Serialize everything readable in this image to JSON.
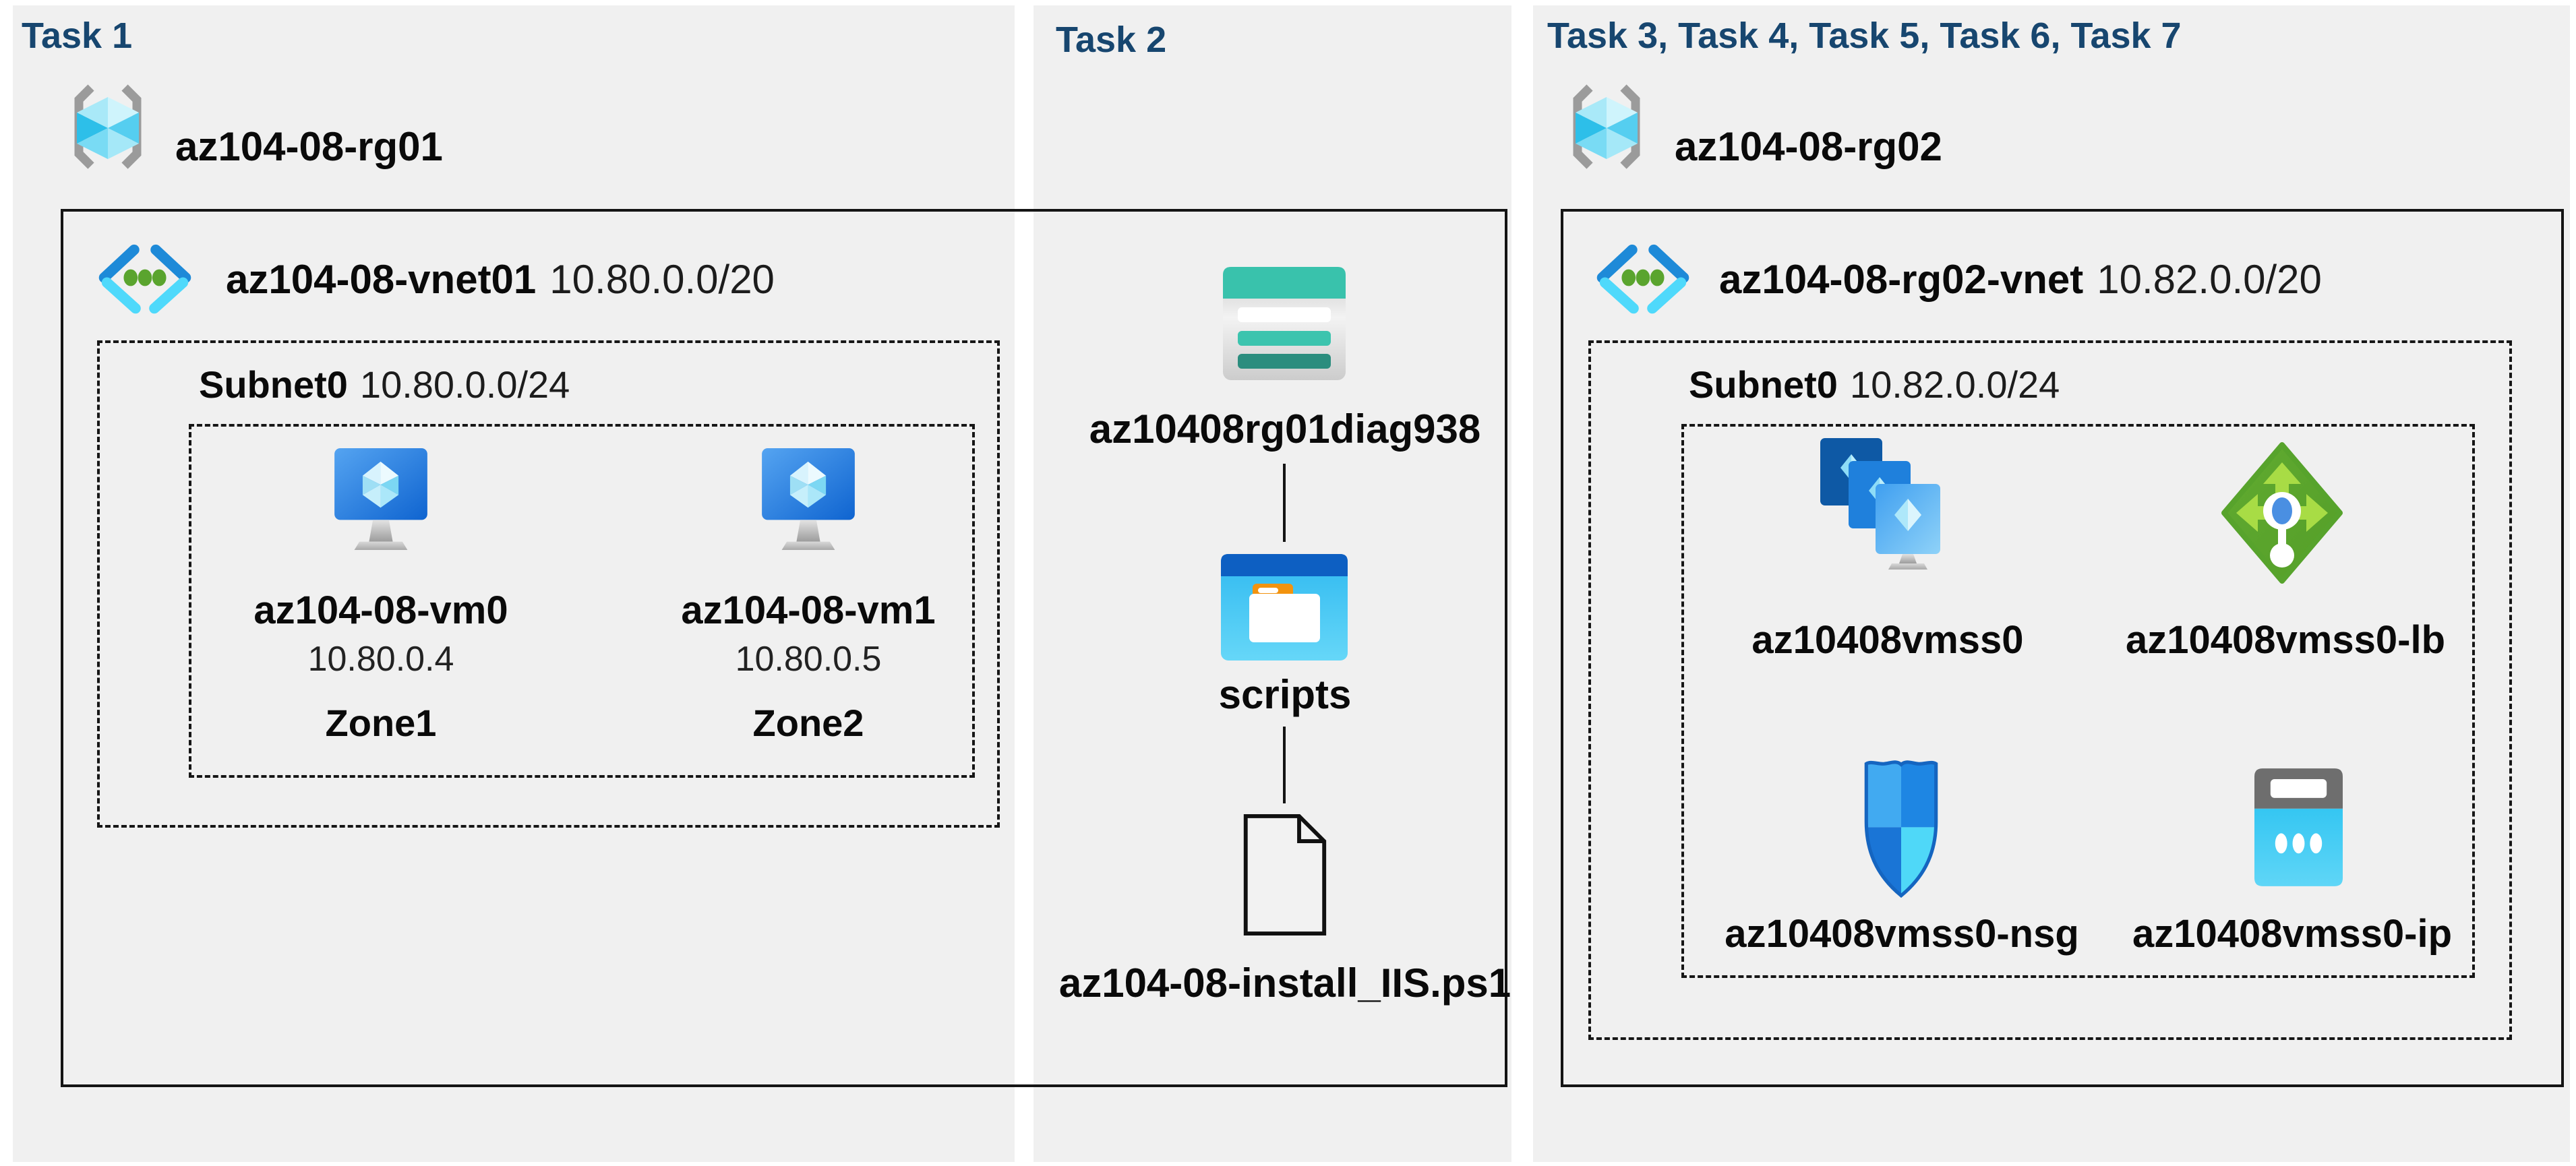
{
  "titles": {
    "col1": "Task 1",
    "col2": "Task 2",
    "col3": "Task 3, Task 4, Task 5, Task 6, Task 7"
  },
  "task1": {
    "resource_group": "az104-08-rg01",
    "resource_group_icon": "resource-group-icon",
    "vnet": {
      "name": "az104-08-vnet01",
      "cidr": "10.80.0.0/20",
      "icon": "virtual-network-icon"
    },
    "subnet": {
      "name": "Subnet0",
      "cidr": "10.80.0.0/24"
    },
    "vms": [
      {
        "name": "az104-08-vm0",
        "ip": "10.80.0.4",
        "zone": "Zone1",
        "icon": "vm-icon"
      },
      {
        "name": "az104-08-vm1",
        "ip": "10.80.0.5",
        "zone": "Zone2",
        "icon": "vm-icon"
      }
    ]
  },
  "task2": {
    "storage_account": {
      "name": "az10408rg01diag938",
      "icon": "storage-account-icon"
    },
    "container": {
      "name": "scripts",
      "icon": "folder-icon"
    },
    "script_file": {
      "name": "az104-08-install_IIS.ps1",
      "icon": "file-icon"
    }
  },
  "task3": {
    "resource_group": "az104-08-rg02",
    "resource_group_icon": "resource-group-icon",
    "vnet": {
      "name": "az104-08-rg02-vnet",
      "cidr": "10.82.0.0/20",
      "icon": "virtual-network-icon"
    },
    "subnet": {
      "name": "Subnet0",
      "cidr": "10.82.0.0/24"
    },
    "resources": [
      {
        "name": "az10408vmss0",
        "icon": "vmss-icon"
      },
      {
        "name": "az10408vmss0-lb",
        "icon": "load-balancer-icon"
      },
      {
        "name": "az10408vmss0-nsg",
        "icon": "nsg-icon"
      },
      {
        "name": "az10408vmss0-ip",
        "icon": "public-ip-icon"
      }
    ]
  },
  "colors": {
    "column_background": "#f0f0f0",
    "title": "#17466F",
    "text": "#0a0a0a",
    "box_border": "#141414",
    "storage_teal": "#39c2ac",
    "folder_blue": "#0d5fc2",
    "vm_blue": "#1263ce",
    "lb_green": "#57a32c",
    "nsg_blue": "#1e86e3",
    "ip_cyan": "#3ac7f2",
    "vnet_chevron_blue": "#1e8ad8",
    "vnet_chevron_cyan": "#4fd9fb",
    "vnet_dot_green": "#5aa42e"
  }
}
